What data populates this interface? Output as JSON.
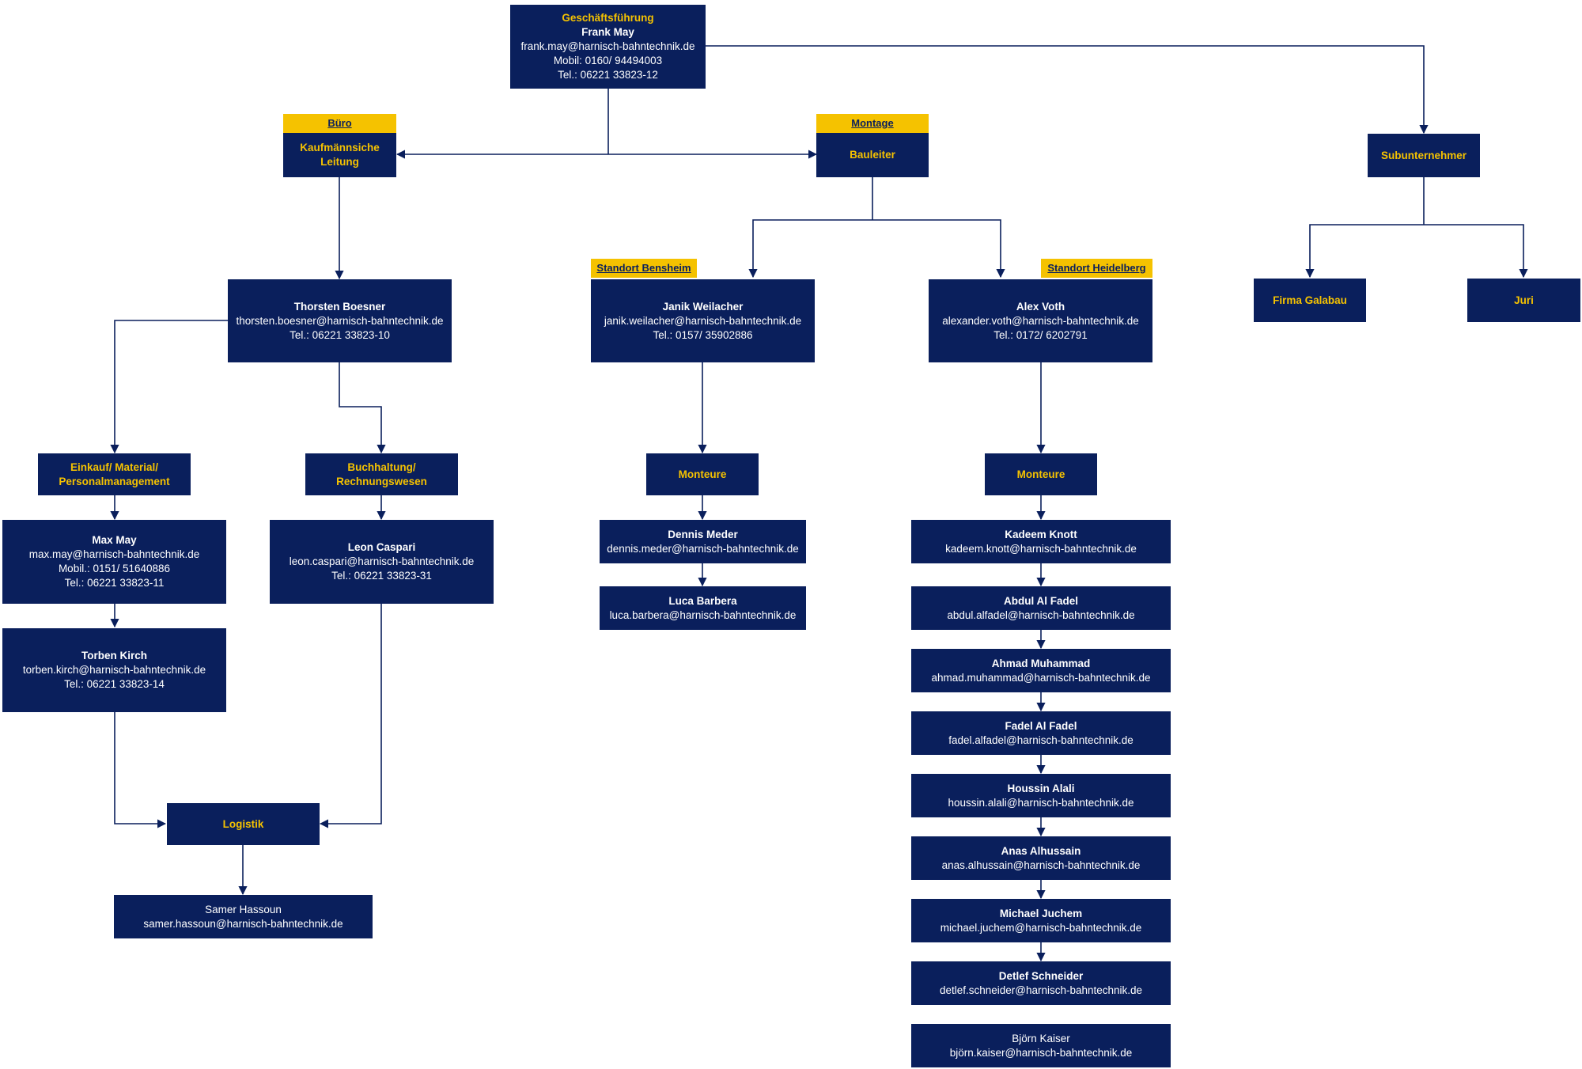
{
  "colors": {
    "box": "#0a1f5c",
    "accent": "#f5c200",
    "line": "#0a1f5c"
  },
  "tags": {
    "buero": "Büro",
    "montage": "Montage",
    "bensheim": "Standort Bensheim",
    "heidelberg": "Standort Heidelberg"
  },
  "gf": {
    "role": "Geschäftsführung",
    "name": "Frank May",
    "email": "frank.may@harnisch-bahntechnik.de",
    "mobile": "Mobil: 0160/ 94494003",
    "phone": "Tel.: 06221 33823-12"
  },
  "kaufm": {
    "line1": "Kaufmännsiche",
    "line2": "Leitung"
  },
  "bauleiter": {
    "label": "Bauleiter"
  },
  "subunternehmer": {
    "label": "Subunternehmer"
  },
  "firma_galabau": {
    "label": "Firma Galabau"
  },
  "juri": {
    "label": "Juri"
  },
  "boesner": {
    "name": "Thorsten Boesner",
    "email": "thorsten.boesner@harnisch-bahntechnik.de",
    "phone": "Tel.: 06221 33823-10"
  },
  "weilacher": {
    "name": "Janik Weilacher",
    "email": "janik.weilacher@harnisch-bahntechnik.de",
    "phone": "Tel.: 0157/ 35902886"
  },
  "voth": {
    "name": "Alex Voth",
    "email": "alexander.voth@harnisch-bahntechnik.de",
    "phone": "Tel.: 0172/ 6202791"
  },
  "einkauf": {
    "line1": "Einkauf/ Material/",
    "line2": "Personalmanagement"
  },
  "buchhaltung": {
    "line1": "Buchhaltung/",
    "line2": "Rechnungswesen"
  },
  "monteure_left": {
    "label": "Monteure"
  },
  "monteure_right": {
    "label": "Monteure"
  },
  "maxmay": {
    "name": "Max May",
    "email": "max.may@harnisch-bahntechnik.de",
    "mobile": "Mobil.: 0151/ 51640886",
    "phone": "Tel.: 06221 33823-11"
  },
  "caspari": {
    "name": "Leon Caspari",
    "email": "leon.caspari@harnisch-bahntechnik.de",
    "phone": "Tel.: 06221 33823-31"
  },
  "kirch": {
    "name": "Torben Kirch",
    "email": "torben.kirch@harnisch-bahntechnik.de",
    "phone": "Tel.: 06221 33823-14"
  },
  "logistik": {
    "label": "Logistik"
  },
  "hassoun": {
    "name": "Samer Hassoun",
    "email": "samer.hassoun@harnisch-bahntechnik.de"
  },
  "meder": {
    "name": "Dennis Meder",
    "email": "dennis.meder@harnisch-bahntechnik.de"
  },
  "barbera": {
    "name": "Luca Barbera",
    "email": "luca.barbera@harnisch-bahntechnik.de"
  },
  "monteure_heidelberg": [
    {
      "name": "Kadeem Knott",
      "email": "kadeem.knott@harnisch-bahntechnik.de"
    },
    {
      "name": "Abdul Al Fadel",
      "email": "abdul.alfadel@harnisch-bahntechnik.de"
    },
    {
      "name": "Ahmad Muhammad",
      "email": "ahmad.muhammad@harnisch-bahntechnik.de"
    },
    {
      "name": "Fadel Al Fadel",
      "email": "fadel.alfadel@harnisch-bahntechnik.de"
    },
    {
      "name": "Houssin Alali",
      "email": "houssin.alali@harnisch-bahntechnik.de"
    },
    {
      "name": "Anas Alhussain",
      "email": "anas.alhussain@harnisch-bahntechnik.de"
    },
    {
      "name": "Michael Juchem",
      "email": "michael.juchem@harnisch-bahntechnik.de"
    },
    {
      "name": "Detlef Schneider",
      "email": "detlef.schneider@harnisch-bahntechnik.de"
    },
    {
      "name": "Björn Kaiser",
      "email": "björn.kaiser@harnisch-bahntechnik.de"
    }
  ]
}
